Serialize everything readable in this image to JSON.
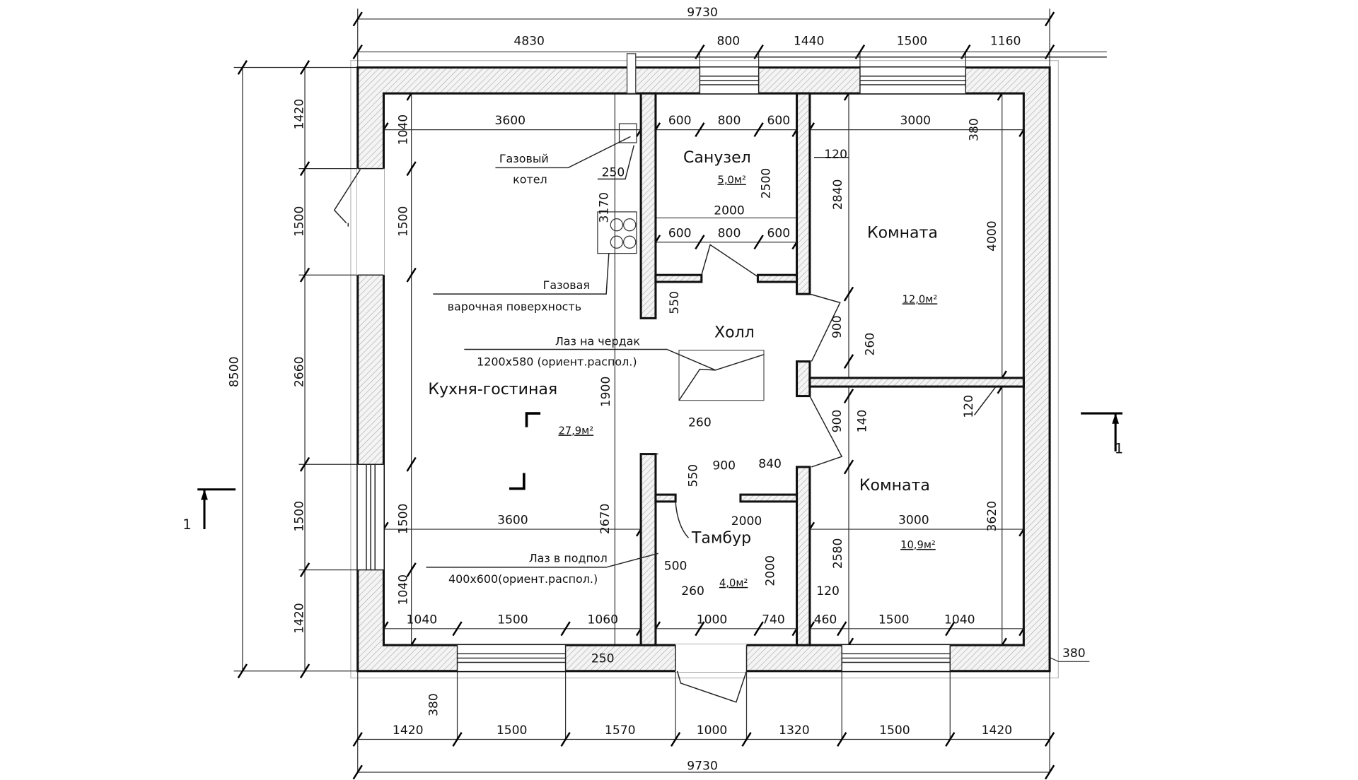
{
  "rooms": {
    "kitchen": {
      "name": "Кухня-гостиная",
      "area": "27,9м²"
    },
    "bathroom": {
      "name": "Санузел",
      "area": "5,0м²"
    },
    "hall": {
      "name": "Холл"
    },
    "room1": {
      "name": "Комната",
      "area": "12,0м²"
    },
    "room2": {
      "name": "Комната",
      "area": "10,9м²"
    },
    "tambur": {
      "name": "Тамбур",
      "area": "4,0м²"
    }
  },
  "notes": {
    "boiler": [
      "Газовый",
      "котел"
    ],
    "hob": [
      "Газовая",
      "варочная поверхность"
    ],
    "attic": [
      "Лаз на чердак",
      "1200x580 (ориент.распол.)"
    ],
    "cellar": [
      "Лаз в подпол",
      "400x600(ориент.распол.)"
    ]
  },
  "section_marks": [
    "1",
    "1"
  ],
  "labels": [
    "9730",
    "4830",
    "800",
    "1440",
    "1500",
    "1160",
    "3600",
    "600",
    "800",
    "600",
    "3000",
    "1040",
    "380",
    "250",
    "2500",
    "120",
    "2840",
    "3170",
    "2000",
    "600",
    "800",
    "600",
    "1500",
    "1420",
    "1500",
    "2660",
    "1500",
    "1420",
    "8500",
    "4000",
    "550",
    "900",
    "260",
    "1900",
    "260",
    "900",
    "140",
    "120",
    "550",
    "900",
    "840",
    "3600",
    "1500",
    "2670",
    "2000",
    "3000",
    "3620",
    "2580",
    "2000",
    "500",
    "1040",
    "260",
    "120",
    "1040",
    "1500",
    "1060",
    "1000",
    "740",
    "460",
    "1500",
    "1040",
    "250",
    "380",
    "380",
    "1420",
    "1500",
    "1570",
    "1000",
    "1320",
    "1500",
    "1420",
    "9730"
  ]
}
